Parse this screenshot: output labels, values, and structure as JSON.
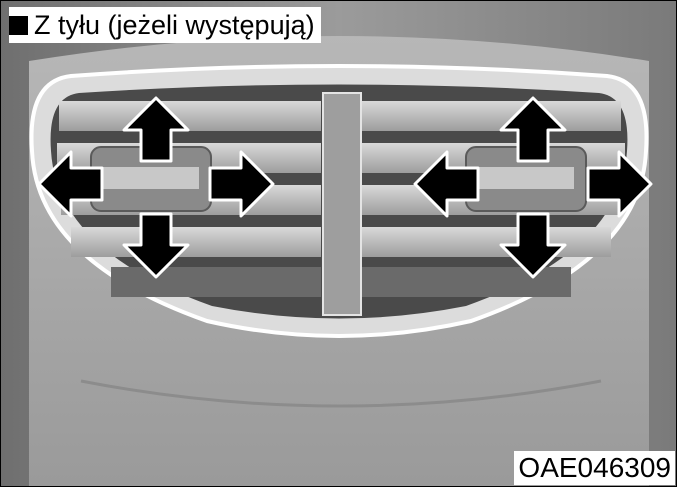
{
  "figure": {
    "heading": "Z tyłu (jeżeli występują)",
    "code": "OAE046309"
  },
  "illustration": {
    "subject": "rear-air-vents",
    "arrows_per_vent": [
      "up",
      "down",
      "left",
      "right"
    ],
    "colors": {
      "background": "#8f8f8f",
      "console": "#a9a9a9",
      "bezel": "#d6d6d6",
      "slat": "#bdbdbd",
      "arrow_fill": "#000000",
      "arrow_outline": "#ffffff"
    }
  }
}
